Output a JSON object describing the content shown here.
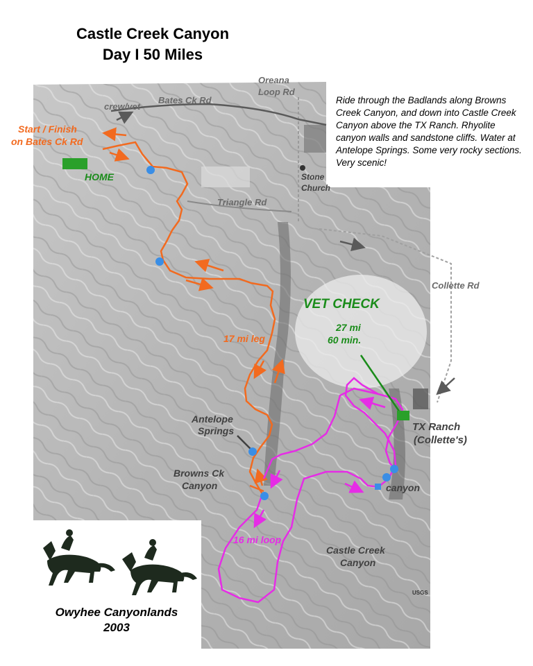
{
  "title": {
    "line1": "Castle Creek Canyon",
    "line2": "Day I   50 Miles"
  },
  "description": "Ride through the Badlands along Browns Creek Canyon, and down into Castle Creek Canyon above the TX Ranch. Rhyolite canyon walls and sandstone cliffs. Water at Antelope Springs. Some very rocky sections. Very scenic!",
  "labels": {
    "oreana_line1": "Oreana",
    "oreana_line2": "Loop Rd",
    "bates_ck_rd": "Bates Ck Rd",
    "crew_vet": "crew/vet",
    "start_line1": "Start / Finish",
    "start_line2": "on Bates Ck Rd",
    "home": "HOME",
    "stone_line1": "Stone",
    "stone_line2": "Church",
    "triangle_rd": "Triangle Rd",
    "collette_rd": "Collette Rd",
    "vet_check": "VET CHECK",
    "vet_mi": "27 mi",
    "vet_min": "60 min.",
    "leg_17": "17 mi leg",
    "antelope_line1": "Antelope",
    "antelope_line2": "Springs",
    "tx_line1": "TX Ranch",
    "tx_line2": "(Collette's)",
    "browns_line1": "Browns Ck",
    "browns_line2": "Canyon",
    "canyon": "canyon",
    "loop_16": "16 mi loop",
    "castle_line1": "Castle Creek",
    "castle_line2": "Canyon",
    "usgs": "USGS"
  },
  "credit": {
    "line1": "Owyhee Canyonlands",
    "line2": "2003"
  },
  "colors": {
    "orange_trail": "#f26a1f",
    "magenta_trail": "#e62ce6",
    "vet_green": "#1a8c1a",
    "water_blue": "#3a8ee6",
    "road_gray": "#5a5a5a"
  }
}
